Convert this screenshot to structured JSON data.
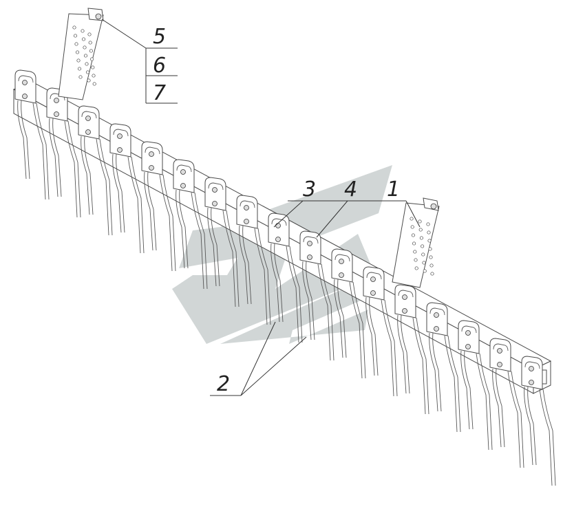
{
  "callouts": {
    "c1": "1",
    "c2": "2",
    "c3": "3",
    "c4": "4",
    "c5": "5",
    "c6": "6",
    "c7": "7"
  },
  "colors": {
    "line": "#4a4a4a",
    "watermark": "#c9cfcf",
    "background": "#ffffff"
  }
}
